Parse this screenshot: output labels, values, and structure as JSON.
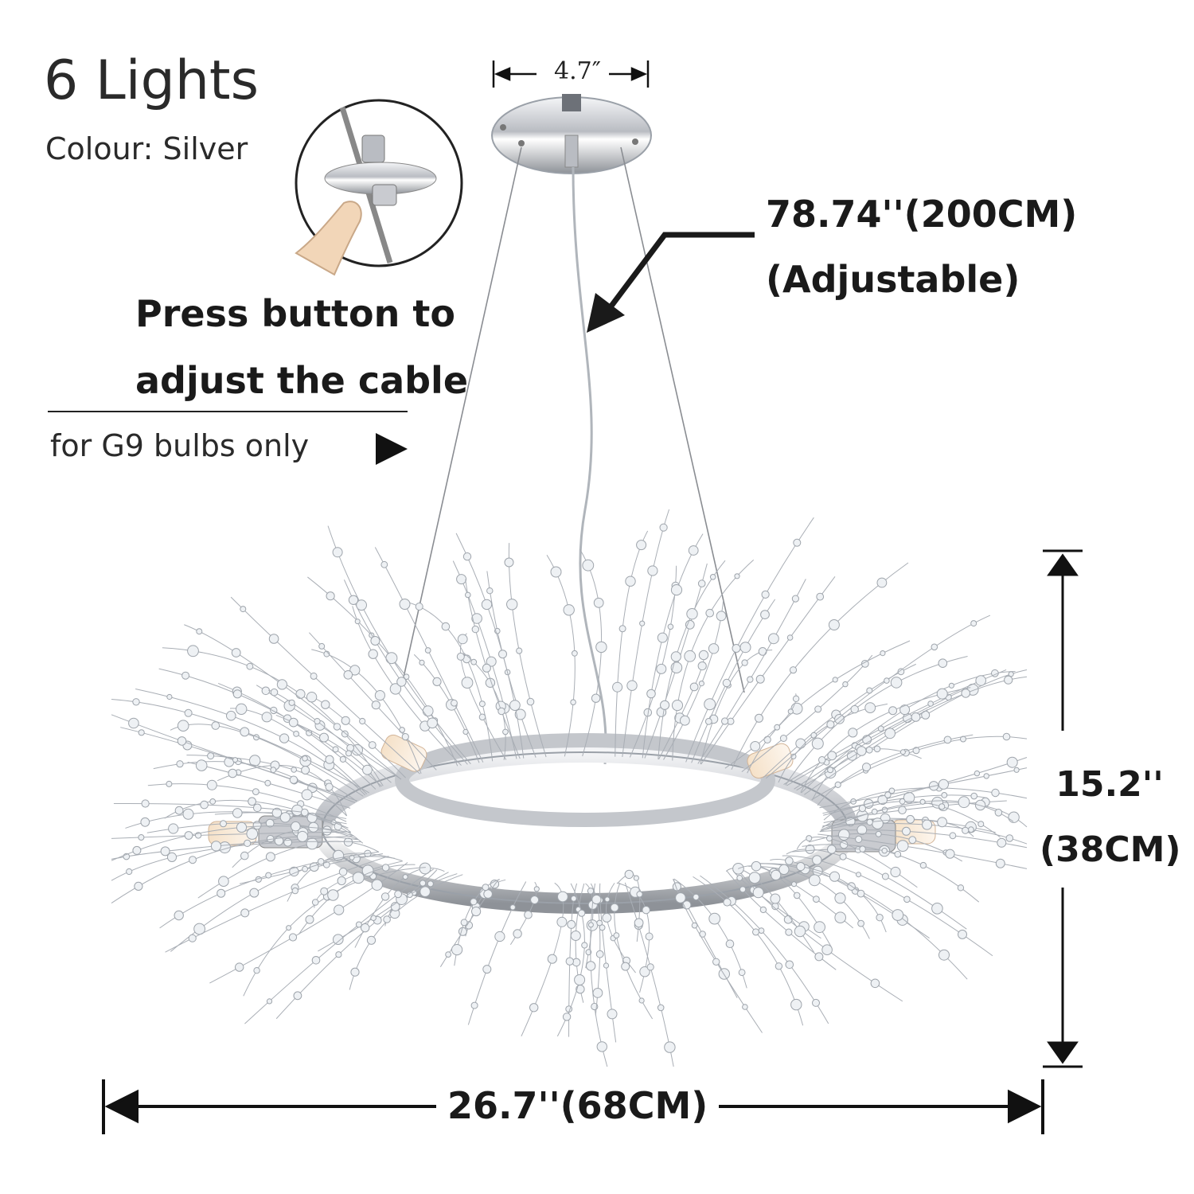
{
  "product": {
    "lights": "6 Lights",
    "colour": "Colour: Silver"
  },
  "instructions": {
    "press_line1": "Press button to",
    "press_line2": "adjust the cable",
    "bulbs": "for G9 bulbs only"
  },
  "dimensions": {
    "canopy": "4.7″",
    "cable_length": "78.74''(200CM)",
    "cable_note": "(Adjustable)",
    "height_in": "15.2''",
    "height_cm": "(38CM)",
    "width": "26.7''(68CM)"
  },
  "colors": {
    "text": "#1a1a1a",
    "chrome": "#c9cbd0",
    "crystal": "#d8dde3",
    "skin": "#f2d6b8"
  },
  "icons": [
    "adjust-button-icon",
    "pointer-arrow-icon",
    "play-triangle-icon"
  ]
}
